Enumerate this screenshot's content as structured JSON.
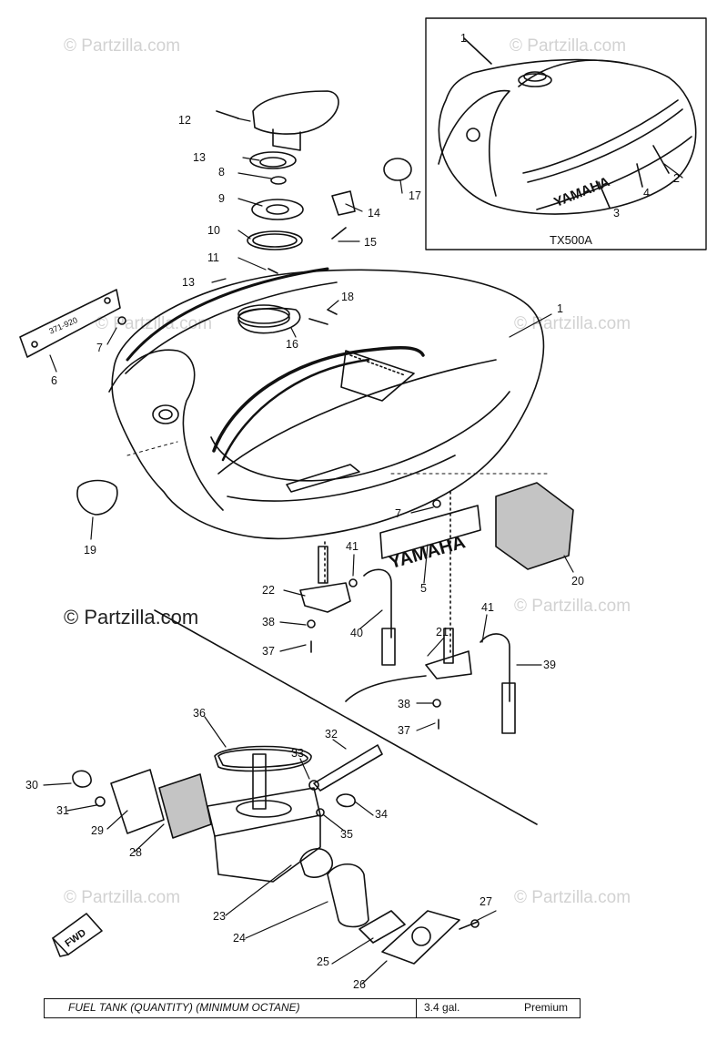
{
  "watermark": {
    "small_text": "© Partzilla.com",
    "large_text": "© Partzilla.com"
  },
  "inset": {
    "model_label": "TX500A",
    "brand_text": "YAMAHA"
  },
  "emblem_text": "YAMAHA",
  "plate_text": "371-920",
  "fwd_label": "FWD",
  "callouts": {
    "c1": "1",
    "c2": "2",
    "c3": "3",
    "c4": "4",
    "c1b": "1",
    "c12": "12",
    "c13": "13",
    "c8": "8",
    "c9": "9",
    "c10": "10",
    "c11": "11",
    "c13b": "13",
    "c17": "17",
    "c14": "14",
    "c15": "15",
    "c18": "18",
    "c16": "16",
    "c6": "6",
    "c7": "7",
    "c7b": "7",
    "c19": "19",
    "c5": "5",
    "c20": "20",
    "c22": "22",
    "c41": "41",
    "c40": "40",
    "c38": "38",
    "c37": "37",
    "c21": "21",
    "c41b": "41",
    "c39": "39",
    "c38b": "38",
    "c37b": "37",
    "c36": "36",
    "c32": "32",
    "c33": "33",
    "c30": "30",
    "c31": "31",
    "c34": "34",
    "c35": "35",
    "c29": "29",
    "c28": "28",
    "c23": "23",
    "c24": "24",
    "c27": "27",
    "c25": "25",
    "c26": "26"
  },
  "spec_table": {
    "label": "FUEL TANK (QUANTITY) (MINIMUM OCTANE)",
    "quantity": "3.4 gal.",
    "octane": "Premium"
  }
}
